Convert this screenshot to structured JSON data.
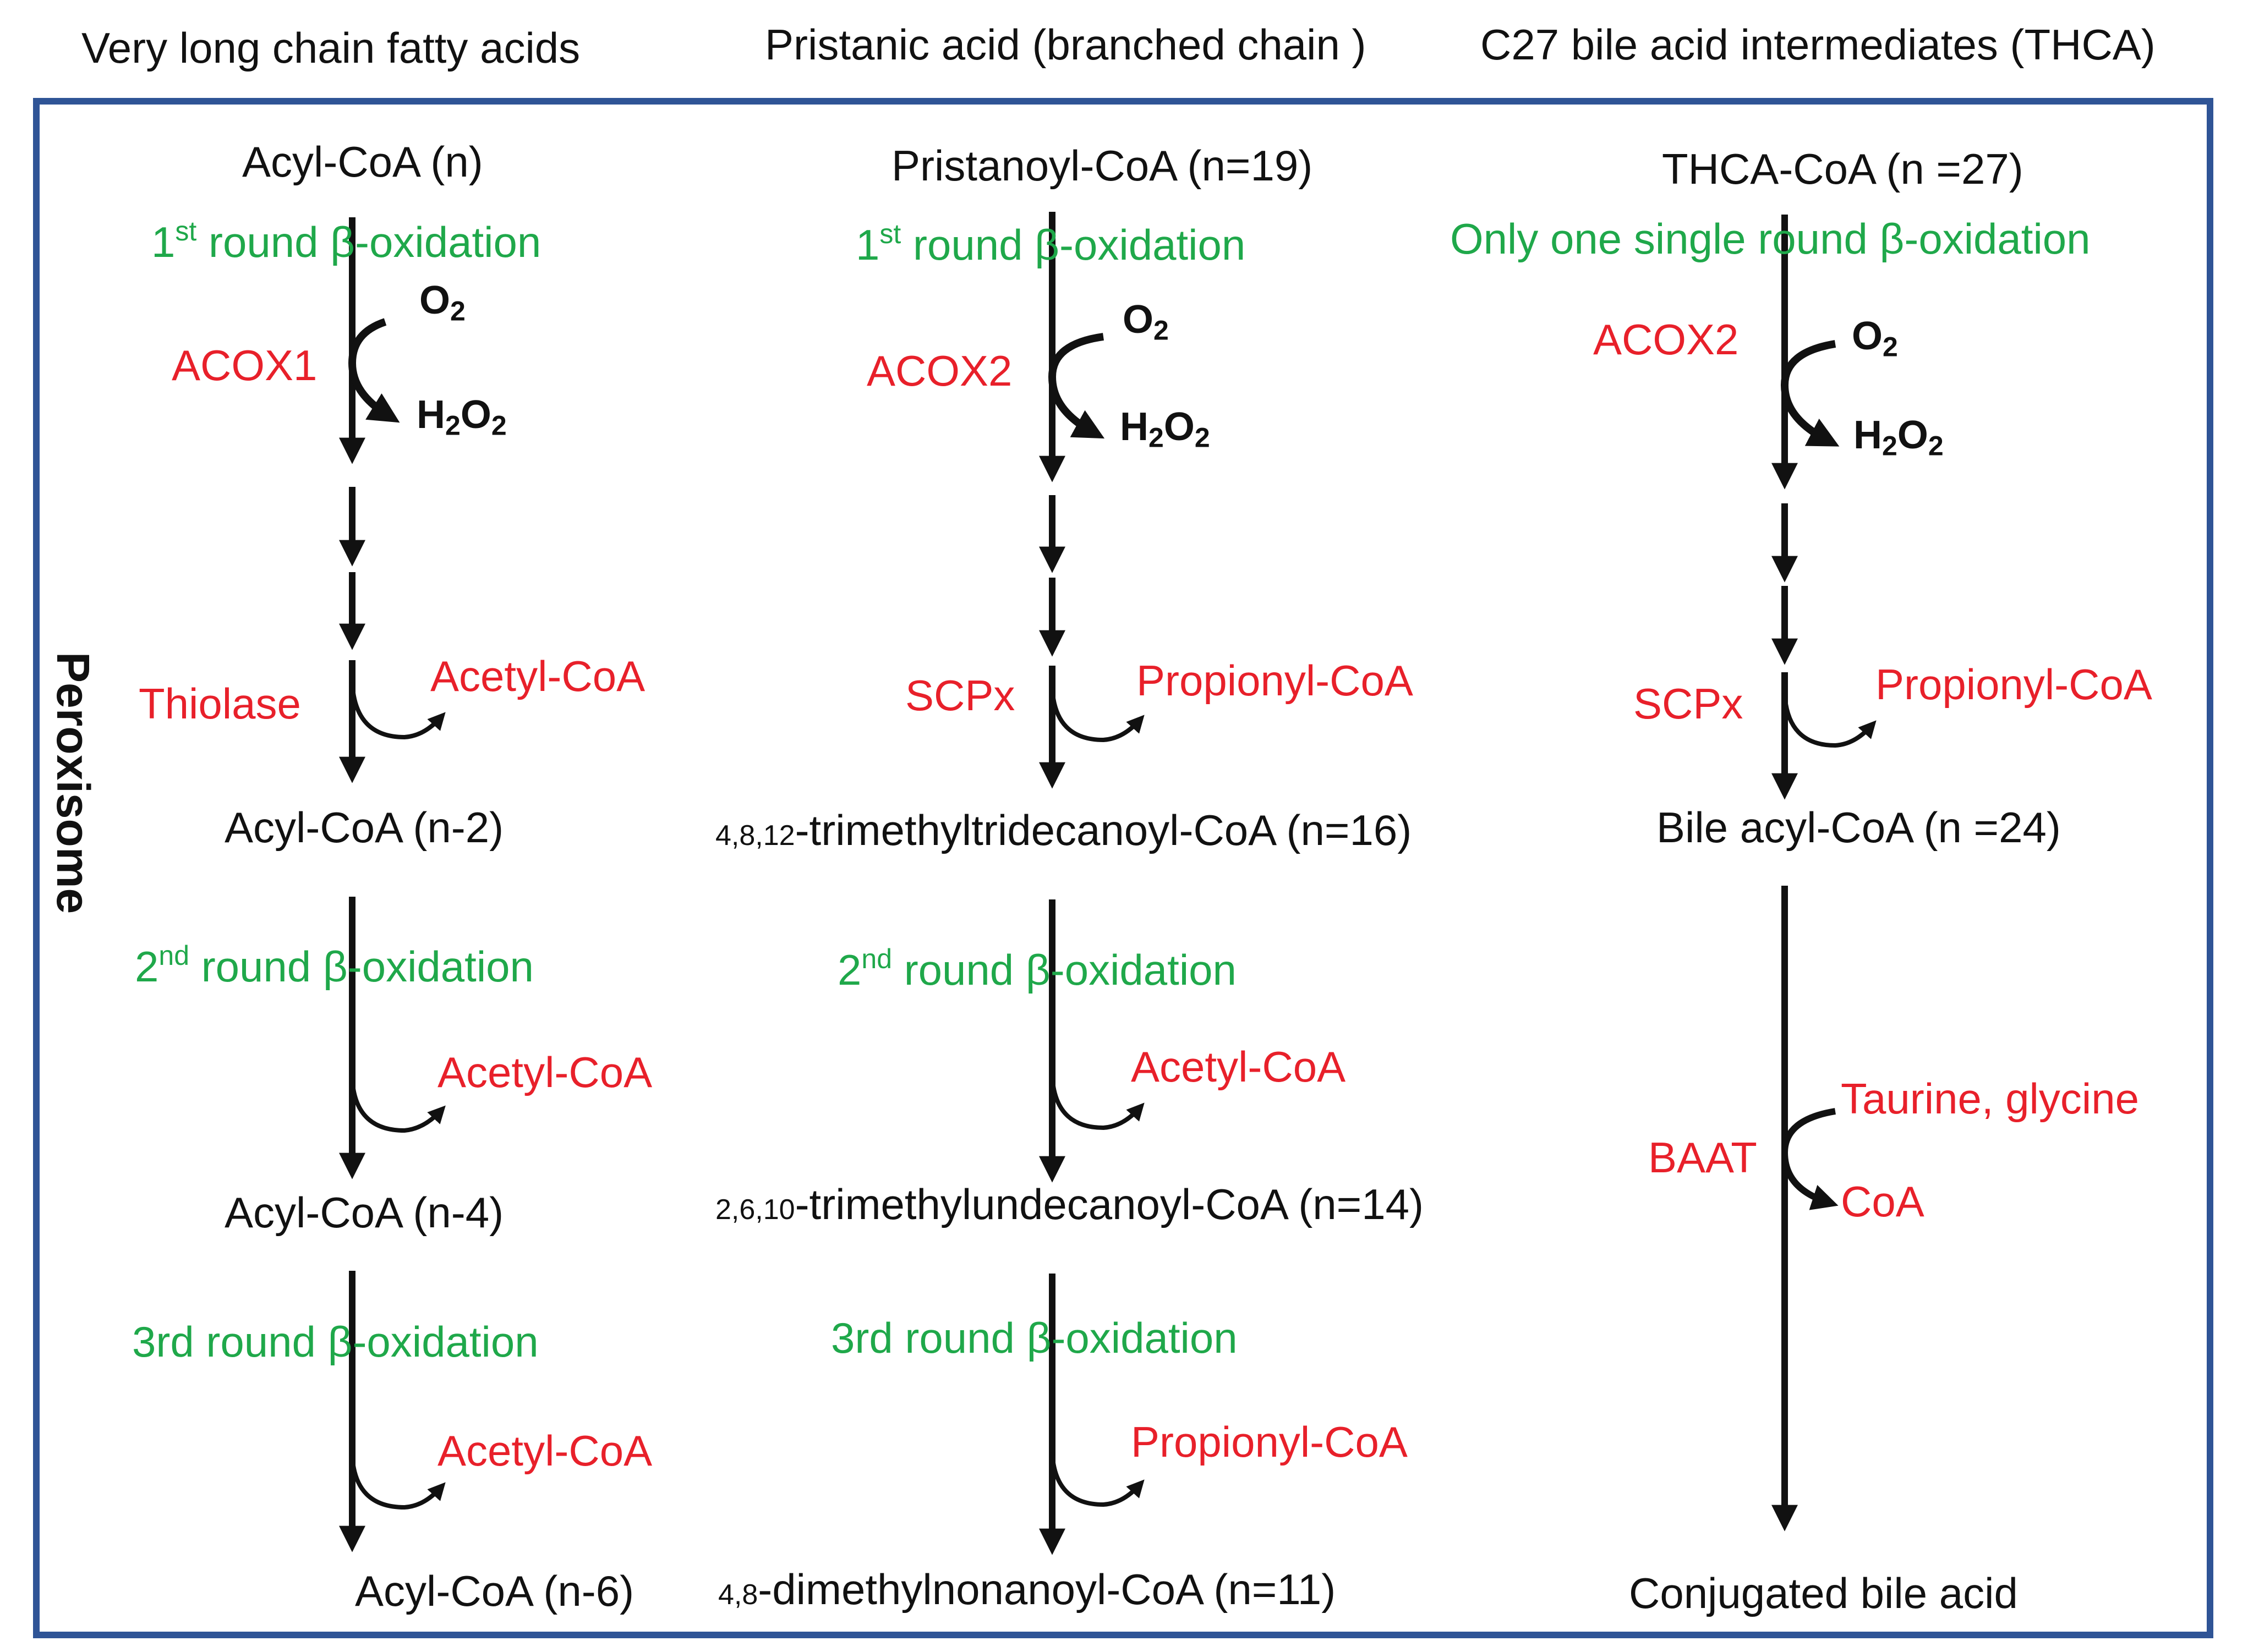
{
  "headers": {
    "vlcfa": "Very long chain fatty acids",
    "pristanic": "Pristanic acid (branched chain )",
    "bile": "C27 bile acid intermediates (THCA)"
  },
  "compartment": "Peroxisome",
  "common": {
    "beta_oxidation": "β-oxidation",
    "round": "round",
    "first_sup": "1",
    "first_suffix": "st",
    "second_sup": "2",
    "second_suffix": "nd",
    "third": "3rd",
    "o": "O",
    "h": "H",
    "two": "2"
  },
  "col1": {
    "start": "Acyl-CoA (n)",
    "enzyme1": "ACOX1",
    "enzyme2": "Thiolase",
    "product1": "Acetyl-CoA",
    "mid1": "Acyl-CoA (n-2)",
    "product2": "Acetyl-CoA",
    "mid2": "Acyl-CoA (n-4)",
    "product3": "Acetyl-CoA",
    "end": "Acyl-CoA (n-6)"
  },
  "col2": {
    "start": "Pristanoyl-CoA  (n=19)",
    "enzyme1": "ACOX2",
    "enzyme2": "SCPx",
    "product1": "Propionyl-CoA",
    "mid1_prefix": "4,8,12",
    "mid1": "-trimethyltridecanoyl-CoA (n=16)",
    "product2": "Acetyl-CoA",
    "mid2_prefix": "2,6,10",
    "mid2": "-trimethylundecanoyl-CoA (n=14)",
    "product3": "Propionyl-CoA",
    "end_prefix": "4,8",
    "end": "-dimethylnonanoyl-CoA (n=11)"
  },
  "col3": {
    "start": "THCA-CoA (n =27)",
    "round_label": "Only one single round β-oxidation",
    "enzyme1": "ACOX2",
    "enzyme2": "SCPx",
    "product1": "Propionyl-CoA",
    "mid1": "Bile acyl-CoA (n =24)",
    "enzyme3": "BAAT",
    "input3": "Taurine, glycine",
    "output3": "CoA",
    "end": "Conjugated bile acid"
  },
  "colors": {
    "border": "#2f5496",
    "green": "#1fa84a",
    "red": "#e8202a",
    "black": "#111111"
  }
}
